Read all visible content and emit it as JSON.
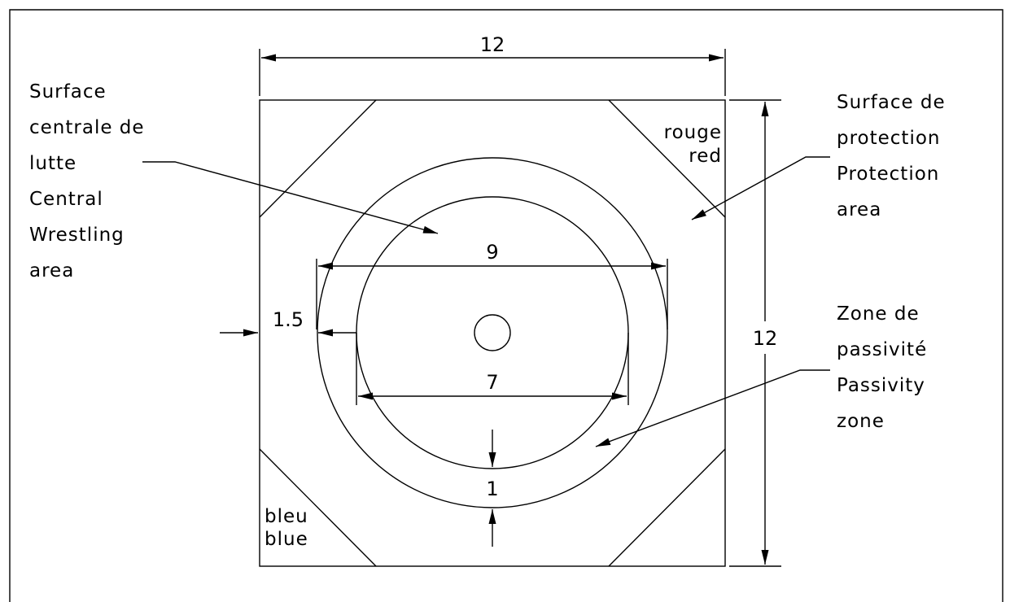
{
  "dimensions": {
    "top_width": "12",
    "right_height": "12",
    "outer_diameter": "9",
    "inner_diameter": "7",
    "margin": "1.5",
    "zone_width": "1"
  },
  "corners": {
    "red_fr": "rouge",
    "red_en": "red",
    "blue_fr": "bleu",
    "blue_en": "blue"
  },
  "labels": {
    "central": [
      "Surface",
      "centrale de",
      "lutte",
      "Central",
      "Wrestling",
      "area"
    ],
    "protection": [
      "Surface de",
      "protection",
      "Protection",
      "area"
    ],
    "passivity": [
      "Zone de",
      "passivité",
      "Passivity",
      "zone"
    ]
  }
}
